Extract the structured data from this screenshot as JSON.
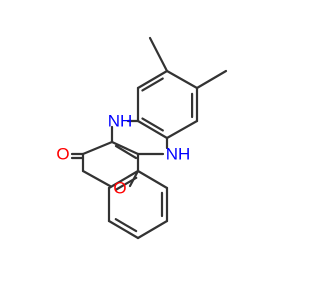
{
  "molecule": {
    "atoms": {
      "nh_upper": "NH",
      "nh_lower": "NH",
      "carbonyl_oxygen": "O",
      "ring_oxygen": "O"
    },
    "colors": {
      "bond": "#333333",
      "nitrogen": "#0000ff",
      "oxygen": "#ff0000"
    }
  }
}
